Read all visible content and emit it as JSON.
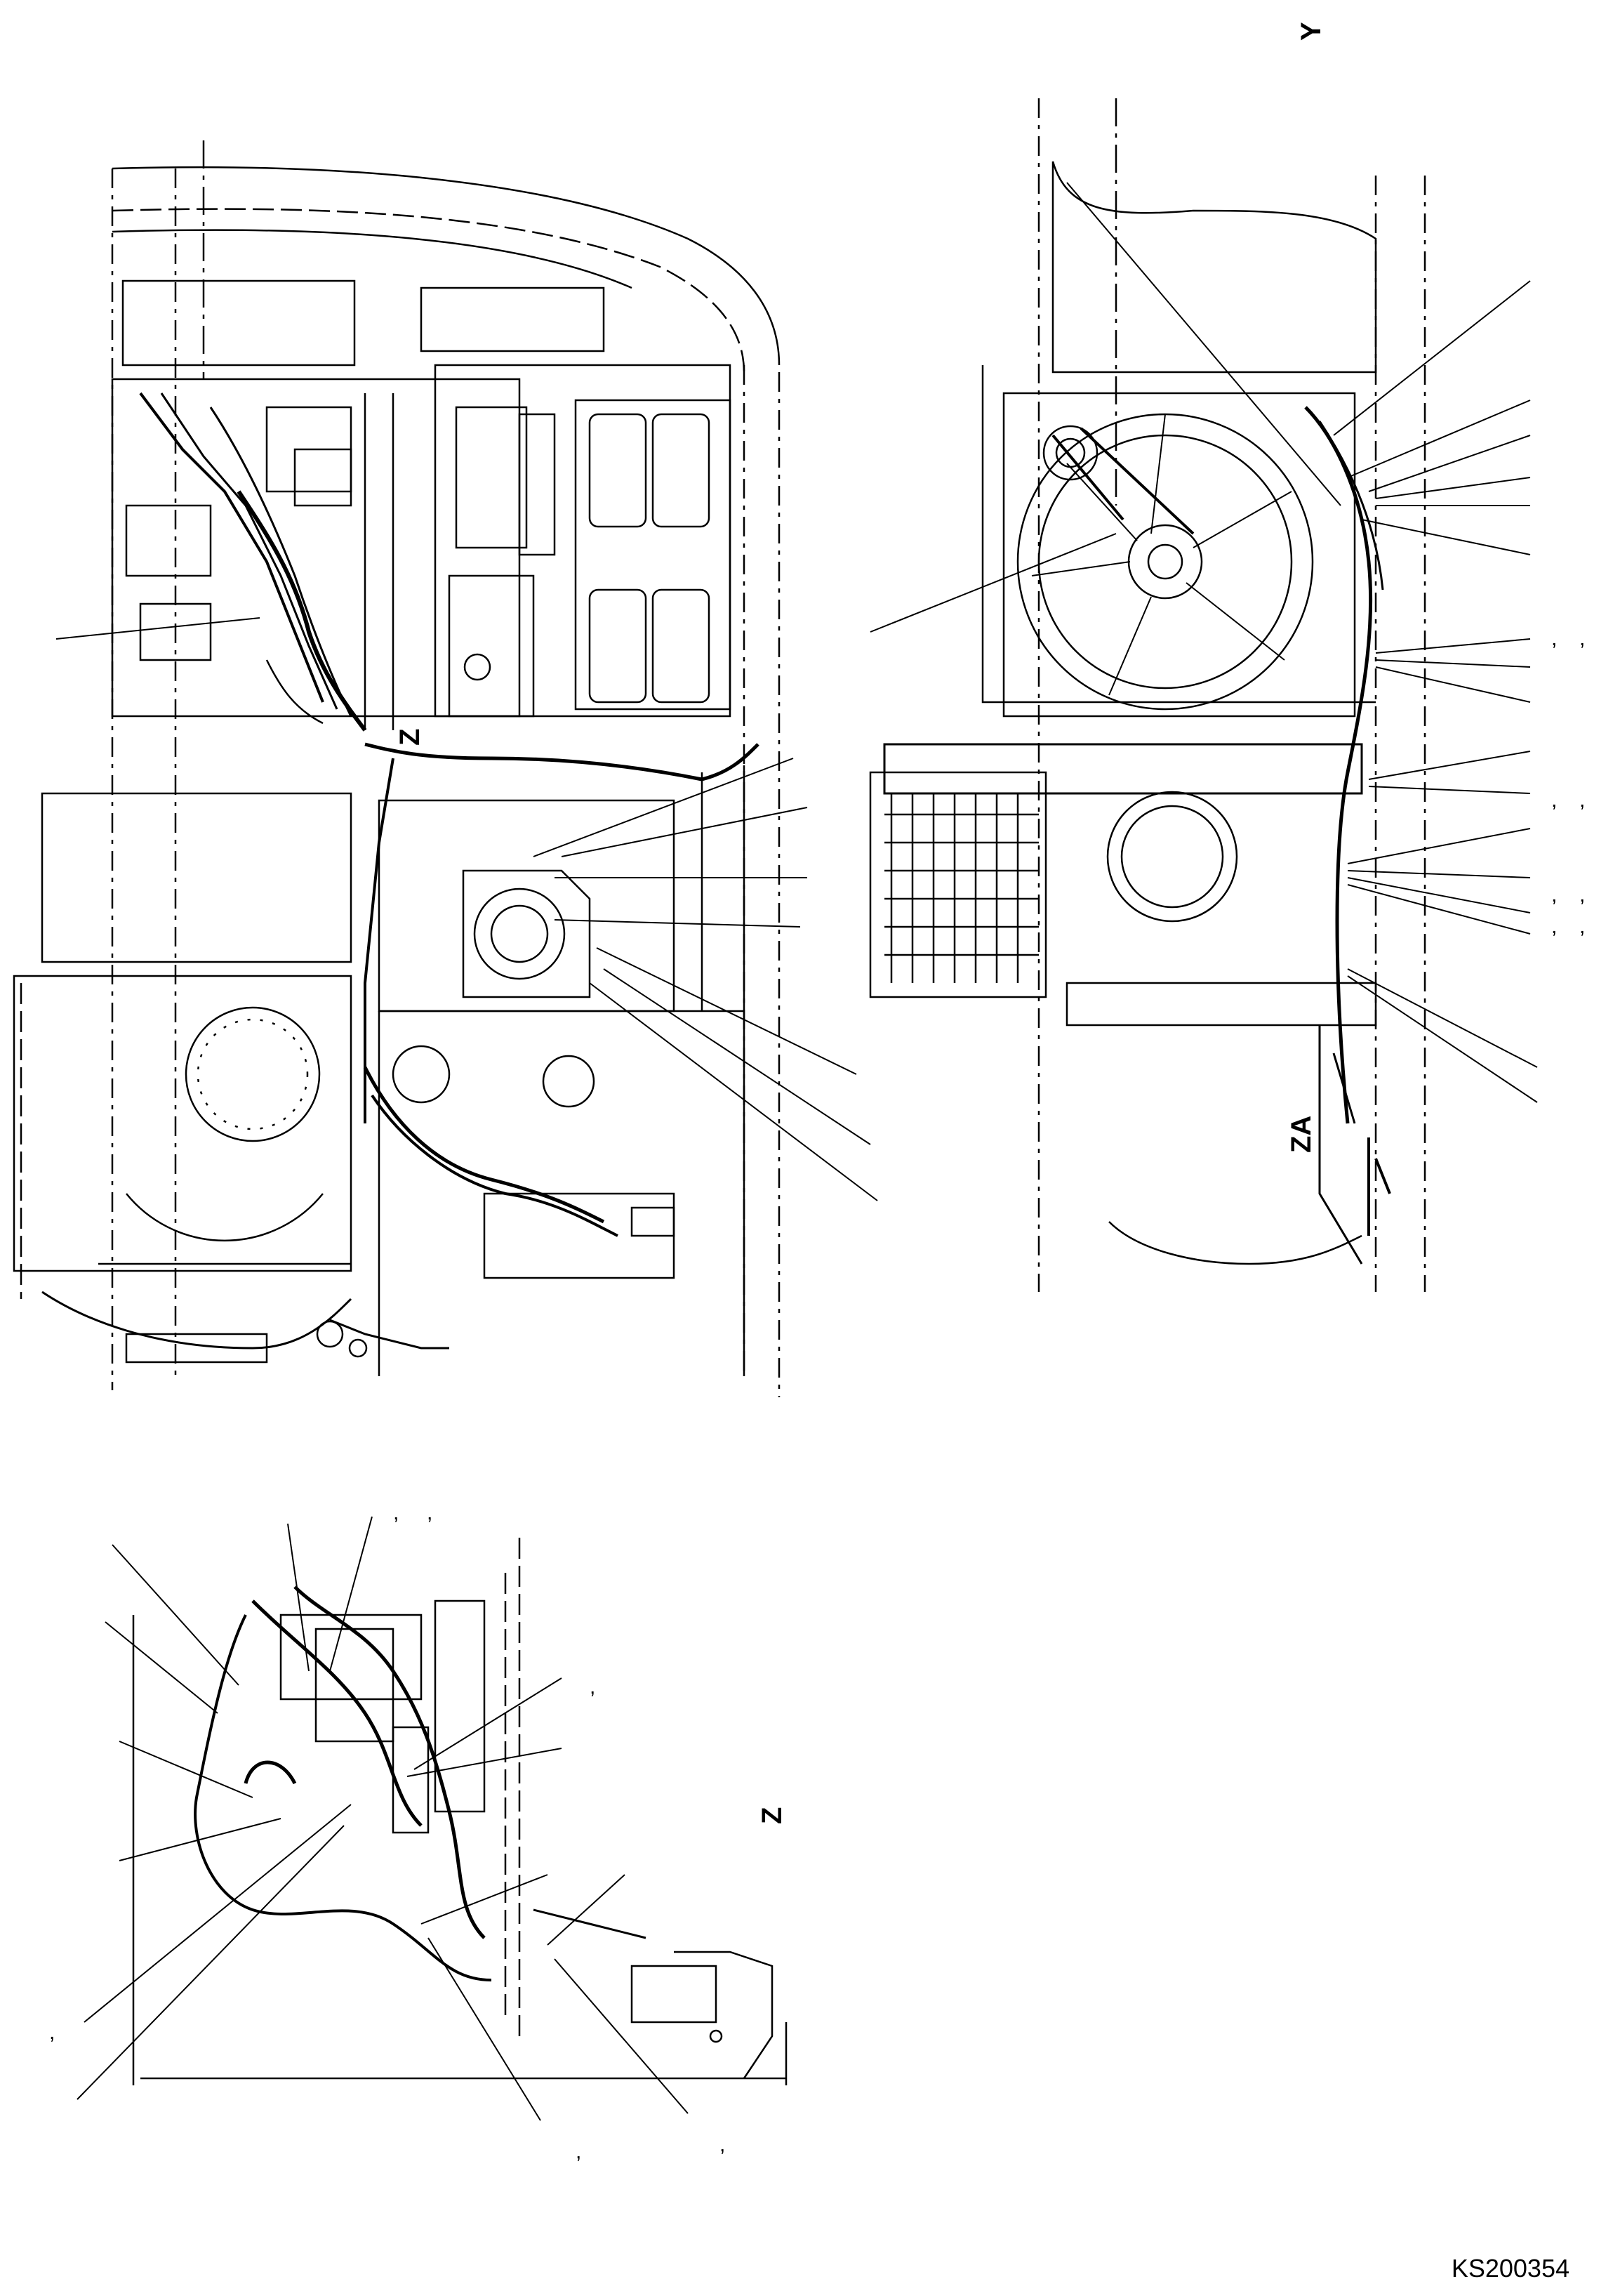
{
  "view_labels": {
    "z_top": "Z",
    "za": "ZA",
    "z_bottom": "Z",
    "y": "Y"
  },
  "drawing_code": "KS200354",
  "callout_separator": ","
}
